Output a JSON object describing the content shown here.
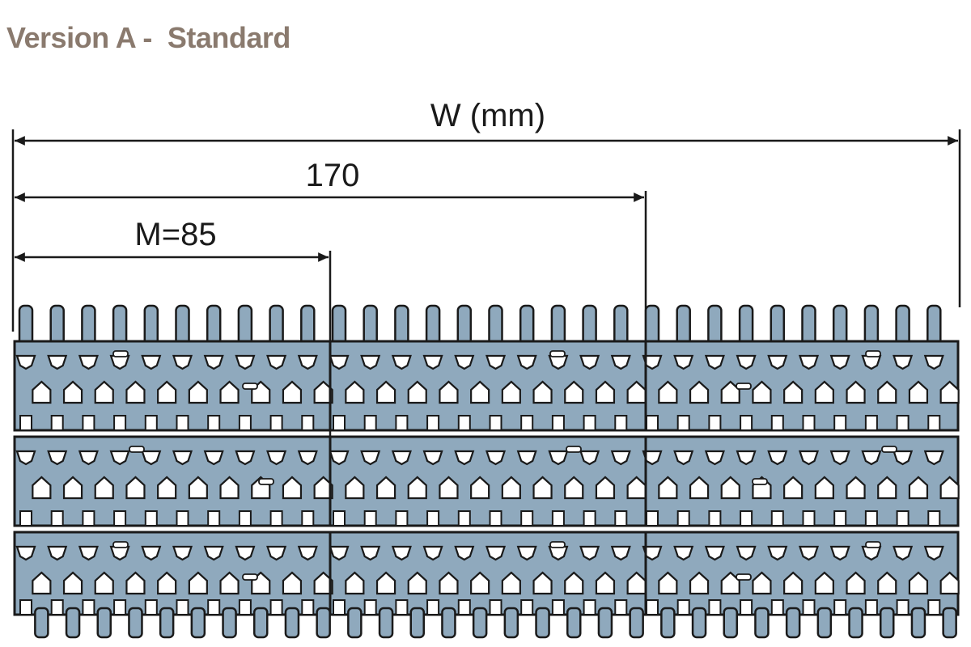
{
  "title": "Version A -  Standard",
  "dimensions": {
    "overall_label": "W (mm)",
    "double_module_label": "170",
    "module_label": "M=85"
  },
  "colors": {
    "belt_fill": "#8fa9bd",
    "belt_outline": "#1a1a1a",
    "title_color": "#8a7a6e",
    "line_color": "#1a1a1a"
  }
}
